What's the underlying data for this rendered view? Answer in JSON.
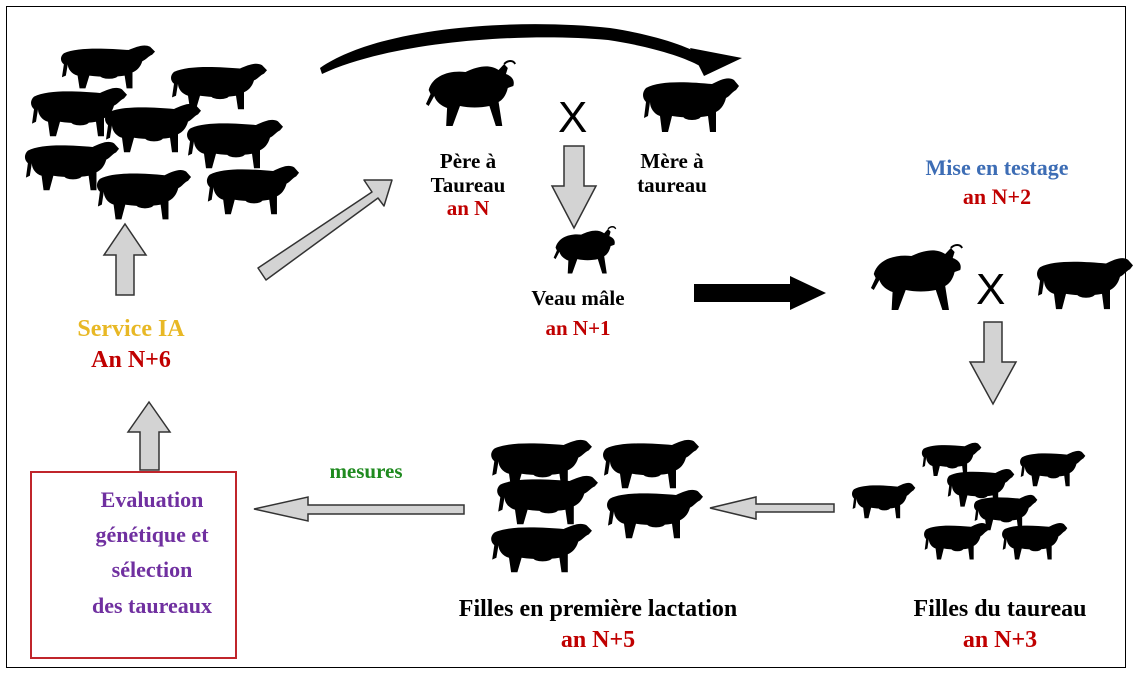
{
  "colors": {
    "red": "#c00000",
    "yellow": "#e8b825",
    "blue": "#3d6db5",
    "green": "#1f8a1f",
    "purple": "#7030a0",
    "box_border": "#c0252b",
    "arrow_gray": "#d3d3d3",
    "arrow_black": "#000000"
  },
  "icons": {
    "cow": "cow-silhouette-icon",
    "bull": "bull-silhouette-icon",
    "cross": "cross-x-mark"
  },
  "labels": {
    "pere_taureau": {
      "line1": "Père à",
      "line2": "Taureau",
      "year": "an N"
    },
    "mere_taureau": {
      "line1": "Mère à",
      "line2": "taureau"
    },
    "cross_symbol": "X",
    "veau_male": {
      "line1": "Veau mâle",
      "year": "an N+1"
    },
    "mise_en_testage": {
      "title": "Mise en testage",
      "year": "an N+2"
    },
    "filles_du_taureau": {
      "line1": "Filles du taureau",
      "year": "an N+3"
    },
    "filles_lactation": {
      "line1": "Filles en première lactation",
      "year": "an N+5"
    },
    "mesures": "mesures",
    "evaluation": {
      "line1": "Evaluation",
      "line2": "génétique et",
      "line3": "sélection",
      "line4": "des taureaux"
    },
    "service_ia": {
      "title": "Service IA",
      "year": "An N+6"
    }
  }
}
